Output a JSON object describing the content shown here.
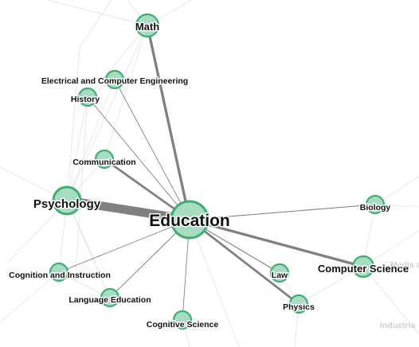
{
  "graph": {
    "center": "education",
    "colors": {
      "node_fill": "#a8dcc0",
      "node_stroke": "#3fae74",
      "edge": "#808080",
      "faint_edge": "#e2e2e2"
    },
    "nodes": [
      {
        "id": "education",
        "label": "Education"
      },
      {
        "id": "math",
        "label": "Math"
      },
      {
        "id": "ece",
        "label": "Electrical and Computer Engineering"
      },
      {
        "id": "history",
        "label": "History"
      },
      {
        "id": "communication",
        "label": "Communication"
      },
      {
        "id": "psychology",
        "label": "Psychology"
      },
      {
        "id": "cognition",
        "label": "Cognition and Instruction"
      },
      {
        "id": "language",
        "label": "Language Education"
      },
      {
        "id": "cogsci",
        "label": "Cognitive Science"
      },
      {
        "id": "biology",
        "label": "Biology"
      },
      {
        "id": "law",
        "label": "Law"
      },
      {
        "id": "cs",
        "label": "Computer Science"
      },
      {
        "id": "physics",
        "label": "Physics"
      }
    ],
    "ghost_nodes": [
      {
        "id": "media",
        "label": "Media a"
      },
      {
        "id": "industrial",
        "label": "Industria"
      }
    ],
    "edges": [
      {
        "source": "education",
        "target": "psychology",
        "weight": 10
      },
      {
        "source": "education",
        "target": "math",
        "weight": 3
      },
      {
        "source": "education",
        "target": "cs",
        "weight": 3
      },
      {
        "source": "education",
        "target": "physics",
        "weight": 2.5
      },
      {
        "source": "education",
        "target": "communication",
        "weight": 2.5
      },
      {
        "source": "education",
        "target": "biology",
        "weight": 1
      },
      {
        "source": "education",
        "target": "law",
        "weight": 1
      },
      {
        "source": "education",
        "target": "ece",
        "weight": 0.8
      },
      {
        "source": "education",
        "target": "history",
        "weight": 0.8
      },
      {
        "source": "education",
        "target": "cognition",
        "weight": 0.8
      },
      {
        "source": "education",
        "target": "language",
        "weight": 0.8
      },
      {
        "source": "education",
        "target": "cogsci",
        "weight": 0.8
      }
    ]
  }
}
